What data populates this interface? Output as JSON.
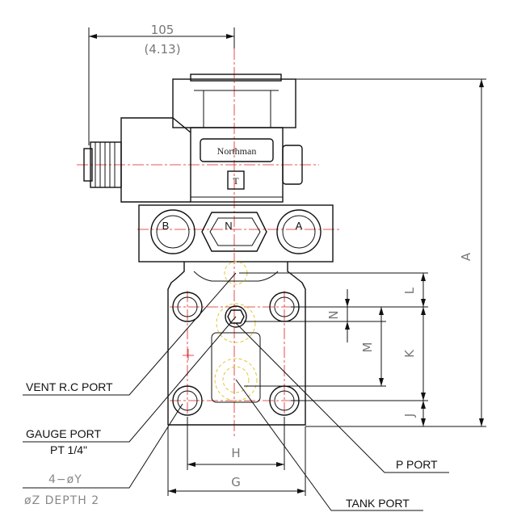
{
  "dimensions": {
    "width_mm": "105",
    "width_in": "(4.13)",
    "A": "A",
    "K": "K",
    "L": "L",
    "J": "J",
    "M": "M",
    "N": "N",
    "H": "H",
    "G": "G"
  },
  "valve": {
    "brand": "Northman",
    "center_letter": "T",
    "port_left": "B",
    "port_mid": "N",
    "port_right": "A"
  },
  "callouts": {
    "vent": "VENT R.C PORT",
    "gauge_line1": "GAUGE PORT",
    "gauge_line2": "PT 1/4\"",
    "holes_line1": "4−øY",
    "holes_line2": "øZ  DEPTH  2",
    "p_port": "P PORT",
    "tank_port": "TANK PORT"
  }
}
